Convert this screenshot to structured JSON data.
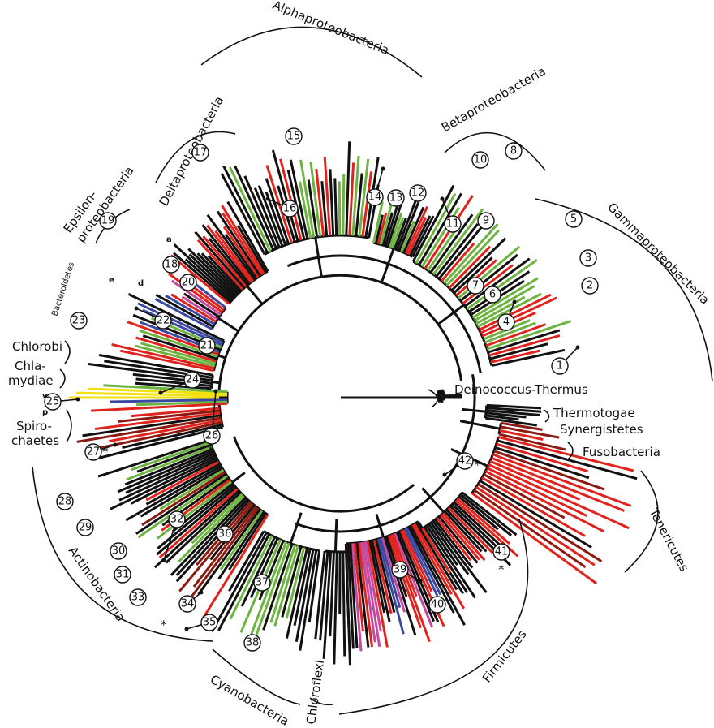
{
  "colors": {
    "default": "#111111",
    "red": "#e0231c",
    "green": "#6cb33f",
    "blue": "#3b48a0",
    "magenta": "#c44aa0",
    "darkred": "#8b1a10",
    "yellow": "#f2e10f"
  },
  "clades": [
    {
      "id": "alpha",
      "label": "Alphaproteobacteria"
    },
    {
      "id": "beta",
      "label": "Betaproteobacteria"
    },
    {
      "id": "gamma",
      "label": "Gammaproteobacteria"
    },
    {
      "id": "delta",
      "label": "Deltaproteobacteria"
    },
    {
      "id": "epsilon1",
      "label": "Epsilon-"
    },
    {
      "id": "epsilon2",
      "label": "proteobacteria"
    },
    {
      "id": "bacteroidetes",
      "label": "Bacteroidetes"
    },
    {
      "id": "chlorobi",
      "label": "Chlorobi"
    },
    {
      "id": "chlamydiae1",
      "label": "Chla-"
    },
    {
      "id": "chlamydiae2",
      "label": "mydiae"
    },
    {
      "id": "spiro1",
      "label": "Spiro-"
    },
    {
      "id": "spiro2",
      "label": "chaetes"
    },
    {
      "id": "deinococcus",
      "label": "Deinococcus-Thermus"
    },
    {
      "id": "thermotogae",
      "label": "Thermotogae"
    },
    {
      "id": "synergistetes",
      "label": "Synergistetes"
    },
    {
      "id": "fusobacteria",
      "label": "Fusobacteria"
    },
    {
      "id": "tenericutes",
      "label": "Tenericutes"
    },
    {
      "id": "firmicutes",
      "label": "Firmicutes"
    },
    {
      "id": "chloroflexi",
      "label": "Chloroflexi"
    },
    {
      "id": "cyano",
      "label": "Cyanobacteria"
    },
    {
      "id": "actino",
      "label": "Actinobacteria"
    }
  ],
  "small_labels": [
    "a",
    "e",
    "d",
    "v",
    "p",
    "*",
    "*",
    "*",
    "*",
    "*"
  ],
  "nodes": [
    "1",
    "2",
    "3",
    "4",
    "5",
    "6",
    "7",
    "8",
    "9",
    "10",
    "11",
    "12",
    "13",
    "14",
    "15",
    "16",
    "17",
    "18",
    "19",
    "20",
    "21",
    "22",
    "23",
    "24",
    "25",
    "26",
    "27",
    "28",
    "29",
    "30",
    "31",
    "32",
    "33",
    "34",
    "35",
    "36",
    "37",
    "38",
    "39",
    "40",
    "41",
    "42"
  ]
}
